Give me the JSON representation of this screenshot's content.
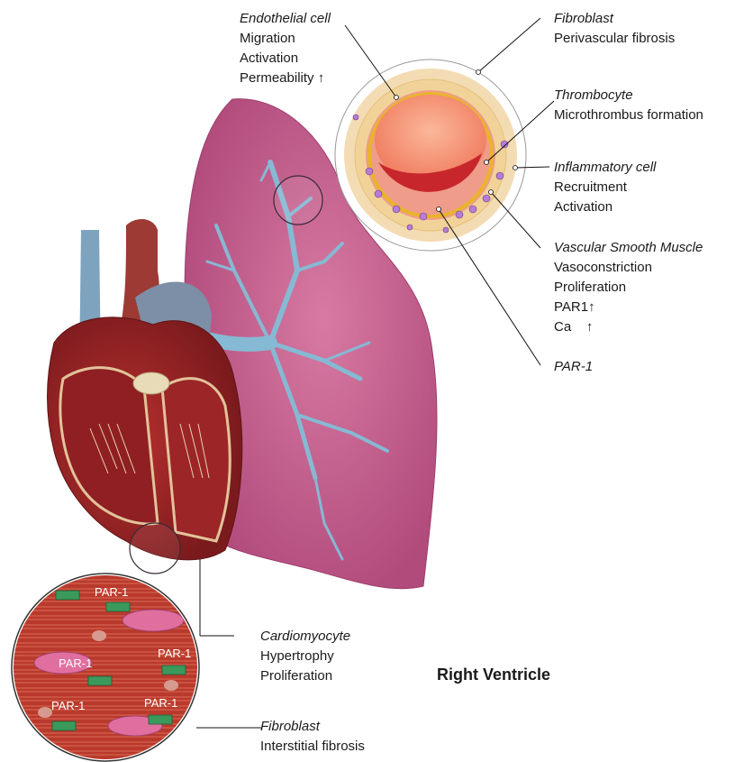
{
  "title": "Right Ventricle",
  "labels": {
    "endothelial": {
      "name": "Endothelial cell",
      "effects": [
        "Migration",
        "Activation",
        "Permeability"
      ]
    },
    "fibroblast_vessel": {
      "name": "Fibroblast",
      "effects": [
        "Perivascular fibrosis"
      ]
    },
    "thrombocyte": {
      "name": "Thrombocyte",
      "effects": [
        "Microthrombus formation"
      ]
    },
    "inflammatory": {
      "name": "Inflammatory cell",
      "effects": [
        "Recruitment",
        "Activation"
      ]
    },
    "vsm": {
      "name": "Vascular Smooth Muscle",
      "effects": [
        "Vasoconstriction",
        "Proliferation",
        "PAR1",
        "Ca"
      ]
    },
    "par1": {
      "name": "PAR-1"
    },
    "cardiomyocyte": {
      "name": "Cardiomyocyte",
      "effects": [
        "Hypertrophy",
        "Proliferation"
      ]
    },
    "fibroblast_heart": {
      "name": "Fibroblast",
      "effects": [
        "Interstitial fibrosis"
      ]
    }
  },
  "receptor_labels": [
    "PAR-1",
    "PAR-1",
    "PAR-1",
    "PAR-1",
    "PAR-1"
  ],
  "up_arrow": "↑",
  "colors": {
    "lung": "#c75a8a",
    "heart": "#a8242a",
    "vessel": "#7fb3cf",
    "muscle": "#c0392b",
    "receptor": "#2e8b57"
  }
}
